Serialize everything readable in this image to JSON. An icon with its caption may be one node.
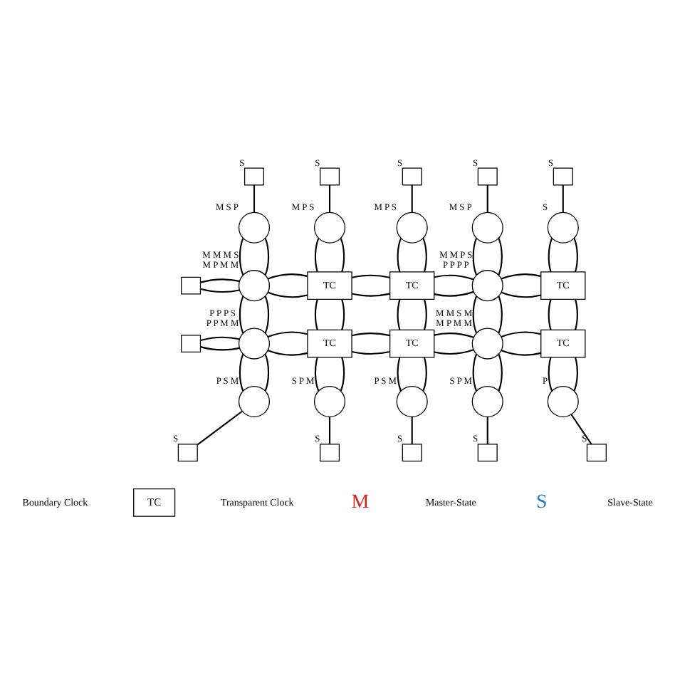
{
  "diagram": {
    "nodes": [
      {
        "text": [],
        "shape": "box",
        "beside": [
          "S"
        ]
      },
      {
        "text": [],
        "shape": "box",
        "beside": [
          "S"
        ]
      },
      {
        "text": [],
        "shape": "box",
        "beside": [
          "S"
        ]
      },
      {
        "text": [],
        "shape": "box",
        "beside": [
          "S"
        ]
      },
      {
        "text": [],
        "shape": "box",
        "beside": [
          "S"
        ]
      },
      {
        "text": [],
        "shape": "circle",
        "beside": [
          "M",
          "S",
          "P"
        ]
      },
      {
        "text": [],
        "shape": "circle",
        "beside": [
          "M",
          "P",
          "S"
        ]
      },
      {
        "text": [],
        "shape": "circle",
        "beside": [
          "M",
          "P",
          "S"
        ]
      },
      {
        "text": [],
        "shape": "circle",
        "beside": [
          "M",
          "S",
          "P"
        ]
      },
      {
        "text": [],
        "shape": "circle",
        "beside": [
          "S"
        ]
      },
      {
        "text": [],
        "shape": "box"
      },
      {
        "text": [],
        "shape": "circle",
        "beside": [
          "M",
          "M",
          "M",
          "S",
          "M",
          "P",
          "M",
          "M"
        ]
      },
      {
        "text": [
          "TC"
        ]
      },
      {
        "text": [
          "TC"
        ]
      },
      {
        "text": [],
        "shape": "circle",
        "beside": [
          "M",
          "M",
          "P",
          "S",
          "P",
          "P",
          "P",
          "P"
        ]
      },
      {
        "text": [
          "TC"
        ]
      },
      {
        "text": [],
        "shape": "box"
      },
      {
        "text": [],
        "shape": "circle",
        "beside": [
          "P",
          "P",
          "P",
          "S",
          "P",
          "P",
          "M",
          "M"
        ]
      },
      {
        "text": [
          "TC"
        ]
      },
      {
        "text": [
          "TC"
        ]
      },
      {
        "text": [],
        "shape": "circle",
        "beside": [
          "M",
          "M",
          "S",
          "M",
          "M",
          "P",
          "M",
          "M"
        ]
      },
      {
        "text": [
          "TC"
        ]
      },
      {
        "text": [],
        "shape": "circle",
        "beside": [
          "P",
          "S",
          "M"
        ]
      },
      {
        "text": [],
        "shape": "circle",
        "beside": [
          "S",
          "P",
          "M"
        ]
      },
      {
        "text": [],
        "shape": "circle",
        "beside": [
          "P",
          "S",
          "M"
        ]
      },
      {
        "text": [],
        "shape": "circle",
        "beside": [
          "S",
          "P",
          "M"
        ]
      },
      {
        "text": [],
        "shape": "circle",
        "beside": [
          "P"
        ]
      },
      {
        "text": [],
        "shape": "box",
        "beside": [
          "S"
        ]
      },
      {
        "text": [],
        "shape": "box",
        "beside": [
          "S"
        ]
      },
      {
        "text": [],
        "shape": "box",
        "beside": [
          "S"
        ]
      },
      {
        "text": [],
        "shape": "box",
        "beside": [
          "S"
        ]
      },
      {
        "text": [],
        "shape": "box",
        "beside": [
          "S"
        ]
      }
    ],
    "edges": [
      {
        "from": 0,
        "to": 5,
        "arrow": "none"
      },
      {
        "from": 1,
        "to": 6,
        "arrow": "none"
      },
      {
        "from": 2,
        "to": 7,
        "arrow": "none"
      },
      {
        "from": 3,
        "to": 8,
        "arrow": "none"
      },
      {
        "from": 4,
        "to": 9,
        "arrow": "none"
      },
      {
        "from": 5,
        "to": 11,
        "arrow": "none"
      },
      {
        "from": 5,
        "to": 11,
        "arrow": "none"
      },
      {
        "from": 6,
        "to": 12,
        "arrow": "none"
      },
      {
        "from": 6,
        "to": 12,
        "arrow": "none"
      },
      {
        "from": 7,
        "to": 13,
        "arrow": "none"
      },
      {
        "from": 7,
        "to": 13,
        "arrow": "none"
      },
      {
        "from": 8,
        "to": 14,
        "arrow": "none"
      },
      {
        "from": 8,
        "to": 14,
        "arrow": "none"
      },
      {
        "from": 9,
        "to": 15,
        "arrow": "none"
      },
      {
        "from": 9,
        "to": 15,
        "arrow": "none"
      },
      {
        "from": 10,
        "to": 11,
        "arrow": "none"
      },
      {
        "from": 10,
        "to": 11,
        "arrow": "none"
      },
      {
        "from": 11,
        "to": 12,
        "arrow": "none"
      },
      {
        "from": 11,
        "to": 12,
        "arrow": "none"
      },
      {
        "from": 12,
        "to": 13,
        "arrow": "none"
      },
      {
        "from": 12,
        "to": 13,
        "arrow": "none"
      },
      {
        "from": 13,
        "to": 14,
        "arrow": "none"
      },
      {
        "from": 13,
        "to": 14,
        "arrow": "none"
      },
      {
        "from": 14,
        "to": 15,
        "arrow": "none"
      },
      {
        "from": 14,
        "to": 15,
        "arrow": "none"
      },
      {
        "from": 11,
        "to": 17,
        "arrow": "none"
      },
      {
        "from": 11,
        "to": 17,
        "arrow": "none"
      },
      {
        "from": 12,
        "to": 18,
        "arrow": "none"
      },
      {
        "from": 12,
        "to": 18,
        "arrow": "none"
      },
      {
        "from": 13,
        "to": 19,
        "arrow": "none"
      },
      {
        "from": 13,
        "to": 19,
        "arrow": "none"
      },
      {
        "from": 14,
        "to": 20,
        "arrow": "none"
      },
      {
        "from": 14,
        "to": 20,
        "arrow": "none"
      },
      {
        "from": 15,
        "to": 21,
        "arrow": "none"
      },
      {
        "from": 15,
        "to": 21,
        "arrow": "none"
      },
      {
        "from": 16,
        "to": 17,
        "arrow": "none"
      },
      {
        "from": 16,
        "to": 17,
        "arrow": "none"
      },
      {
        "from": 17,
        "to": 18,
        "arrow": "none"
      },
      {
        "from": 17,
        "to": 18,
        "arrow": "none"
      },
      {
        "from": 18,
        "to": 19,
        "arrow": "none"
      },
      {
        "from": 18,
        "to": 19,
        "arrow": "none"
      },
      {
        "from": 19,
        "to": 20,
        "arrow": "none"
      },
      {
        "from": 19,
        "to": 20,
        "arrow": "none"
      },
      {
        "from": 20,
        "to": 21,
        "arrow": "none"
      },
      {
        "from": 20,
        "to": 21,
        "arrow": "none"
      },
      {
        "from": 17,
        "to": 22,
        "arrow": "none"
      },
      {
        "from": 17,
        "to": 22,
        "arrow": "none"
      },
      {
        "from": 18,
        "to": 23,
        "arrow": "none"
      },
      {
        "from": 18,
        "to": 23,
        "arrow": "none"
      },
      {
        "from": 19,
        "to": 24,
        "arrow": "none"
      },
      {
        "from": 19,
        "to": 24,
        "arrow": "none"
      },
      {
        "from": 20,
        "to": 25,
        "arrow": "none"
      },
      {
        "from": 20,
        "to": 25,
        "arrow": "none"
      },
      {
        "from": 21,
        "to": 26,
        "arrow": "none"
      },
      {
        "from": 21,
        "to": 26,
        "arrow": "none"
      },
      {
        "from": 22,
        "to": 27,
        "arrow": "none"
      },
      {
        "from": 23,
        "to": 28,
        "arrow": "none"
      },
      {
        "from": 24,
        "to": 29,
        "arrow": "none"
      },
      {
        "from": 25,
        "to": 30,
        "arrow": "none"
      },
      {
        "from": 26,
        "to": 31,
        "arrow": "none"
      }
    ],
    "labels": [
      "TC",
      "M",
      "S"
    ],
    "legend": [
      {
        "text": "Boundary Clock"
      },
      {
        "text": "Transparent Clock"
      },
      {
        "text": "Master-State"
      },
      {
        "text": "Slave-State"
      }
    ]
  }
}
